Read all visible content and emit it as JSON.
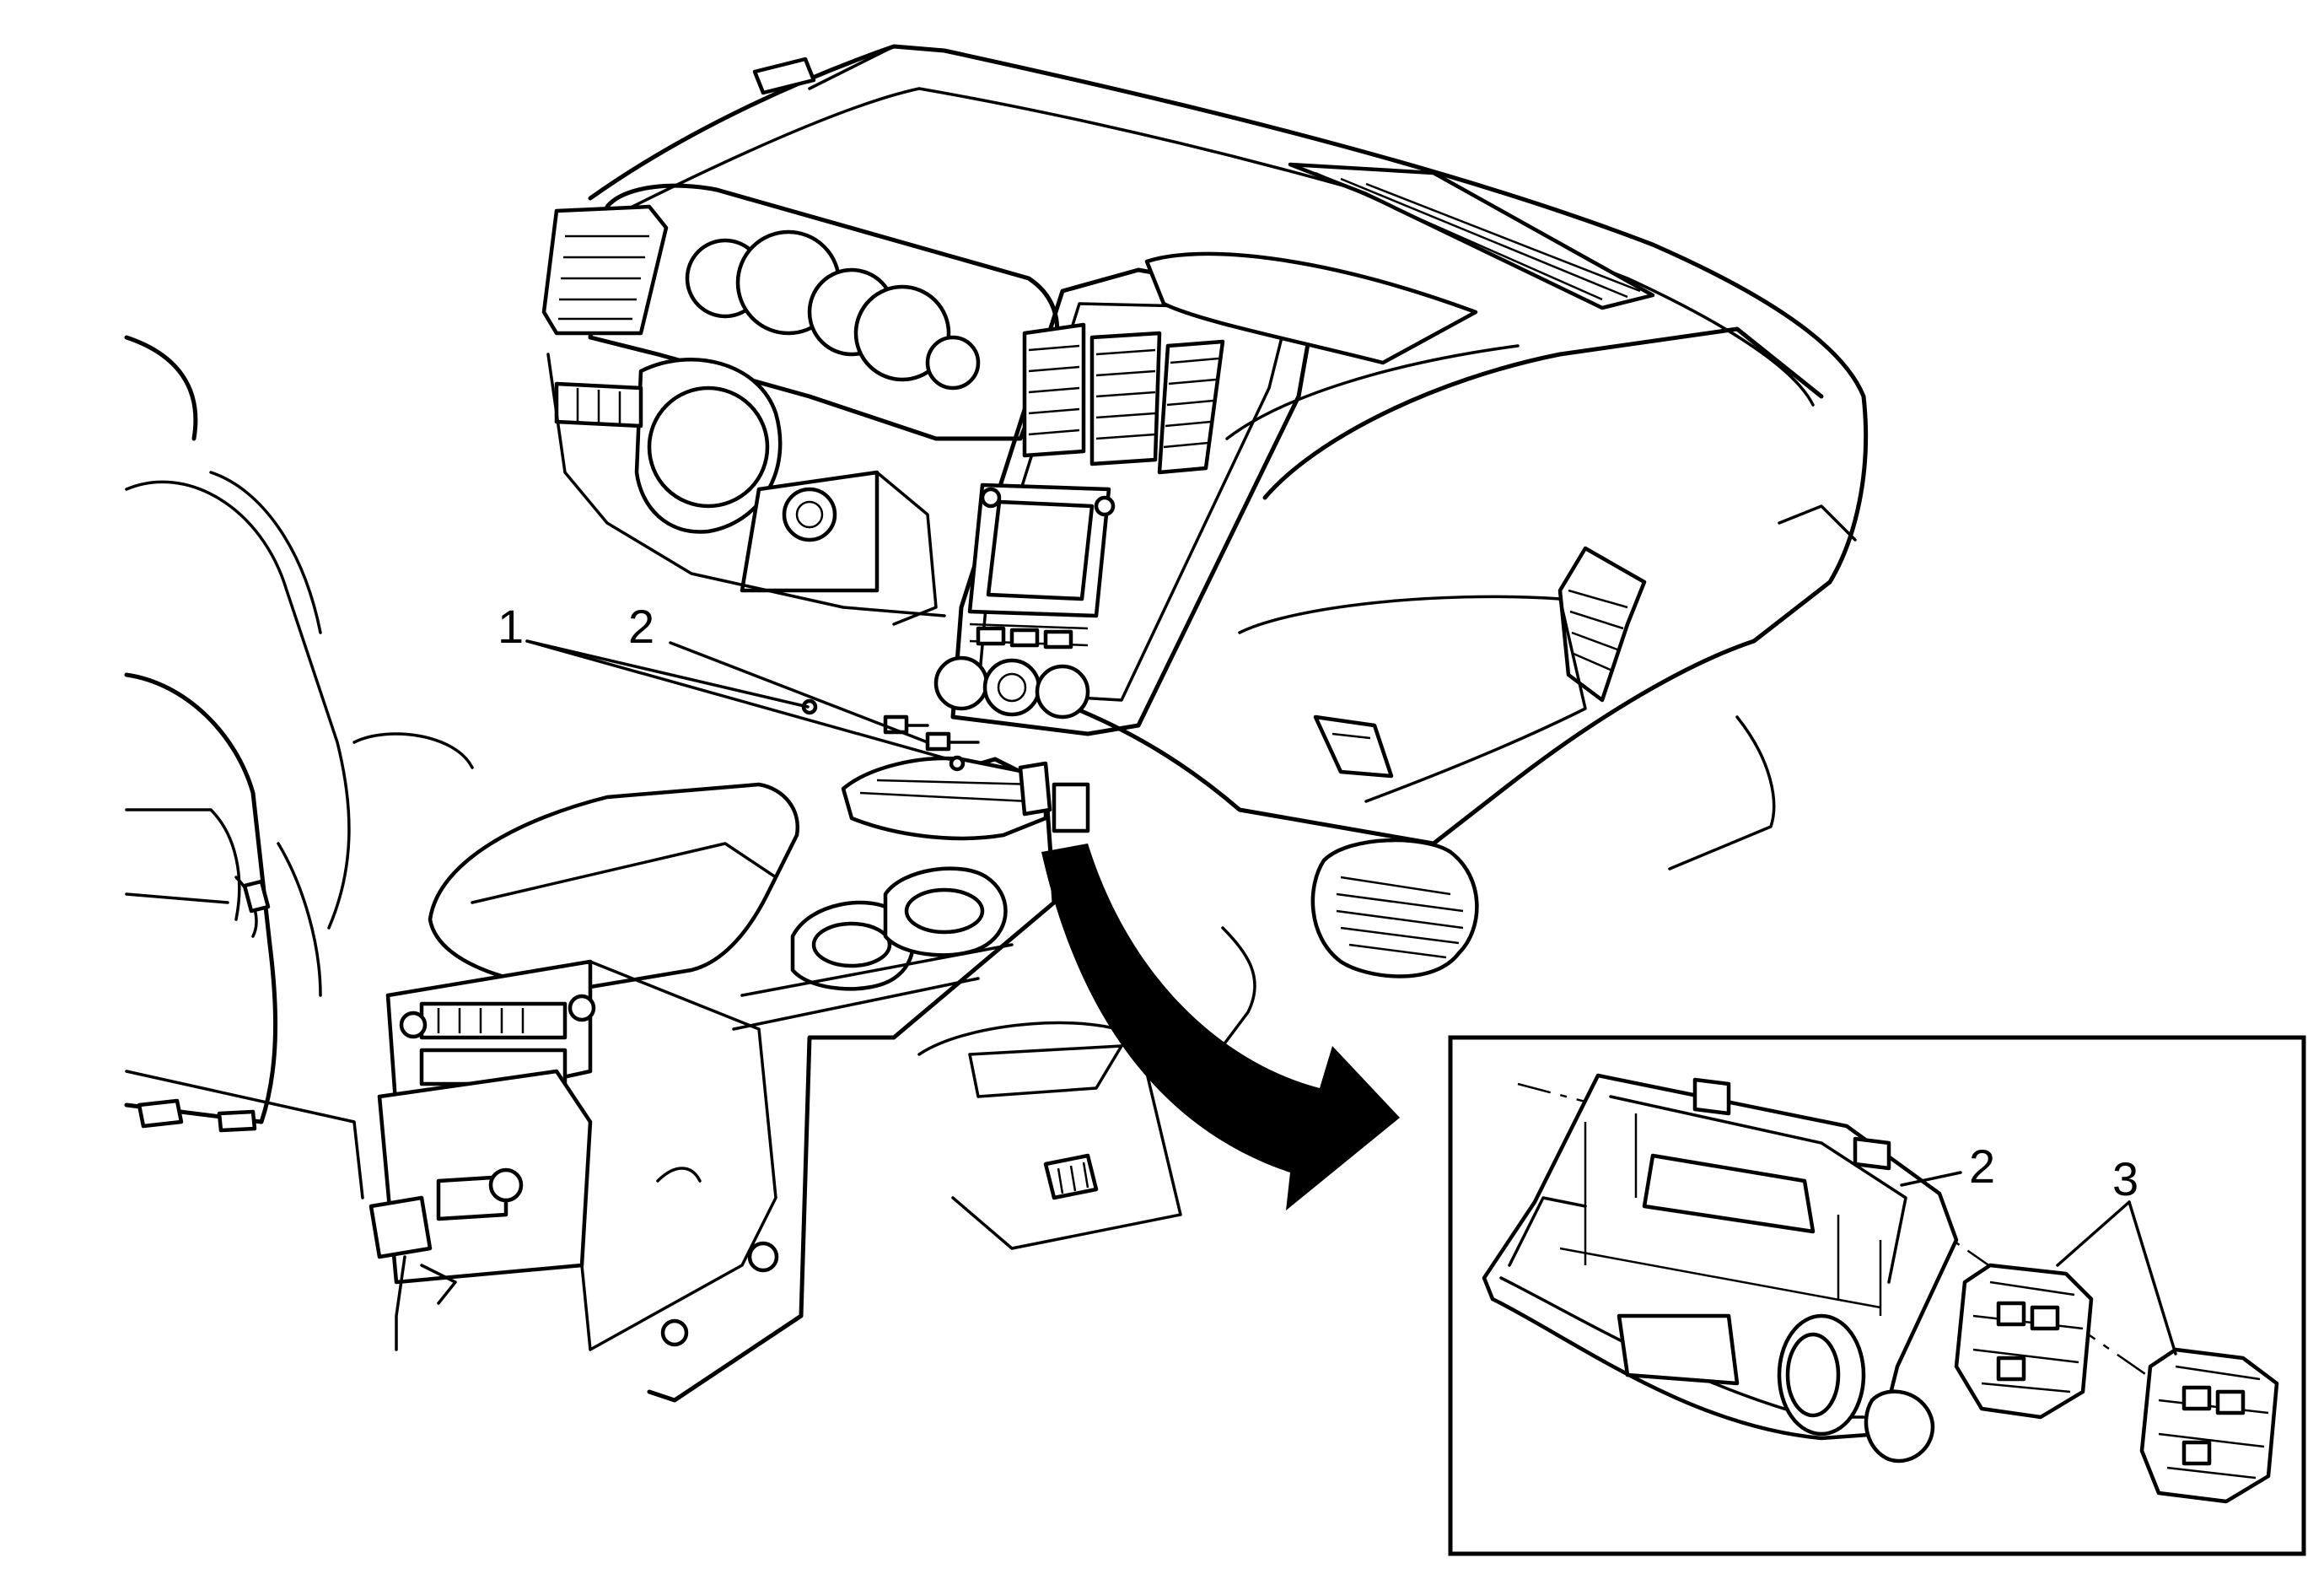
{
  "callouts": {
    "label_1": "1",
    "label_2_main": "2",
    "label_2_detail": "2",
    "label_3": "3"
  },
  "colors": {
    "line": "#000000",
    "background": "#ffffff"
  }
}
